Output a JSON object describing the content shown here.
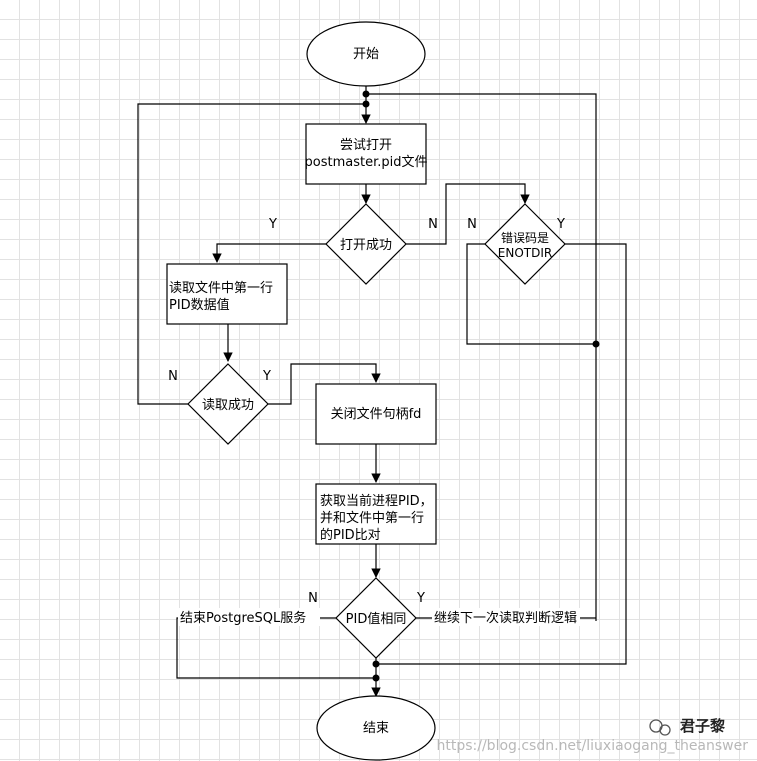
{
  "nodes": {
    "start": "开始",
    "open_try": [
      "尝试打开",
      "postmaster.pid文件"
    ],
    "open_ok": "打开成功",
    "errno_check": [
      "错误码是",
      "ENOTDIR"
    ],
    "read_line": [
      "读取文件中第一行",
      "PID数据值"
    ],
    "read_ok": "读取成功",
    "close_fd": "关闭文件句柄fd",
    "compare_pid": [
      "获取当前进程PID，",
      "并和文件中第一行",
      "的PID比对"
    ],
    "pid_same": "PID值相同",
    "stop_service": "结束PostgreSQL服务",
    "continue_next": "继续下一次读取判断逻辑",
    "end": "结束"
  },
  "branch_labels": {
    "yes": "Y",
    "no": "N"
  },
  "watermark": {
    "url": "https://blog.csdn.net/liuxiaogang_theanswer",
    "brand": "君子黎"
  }
}
